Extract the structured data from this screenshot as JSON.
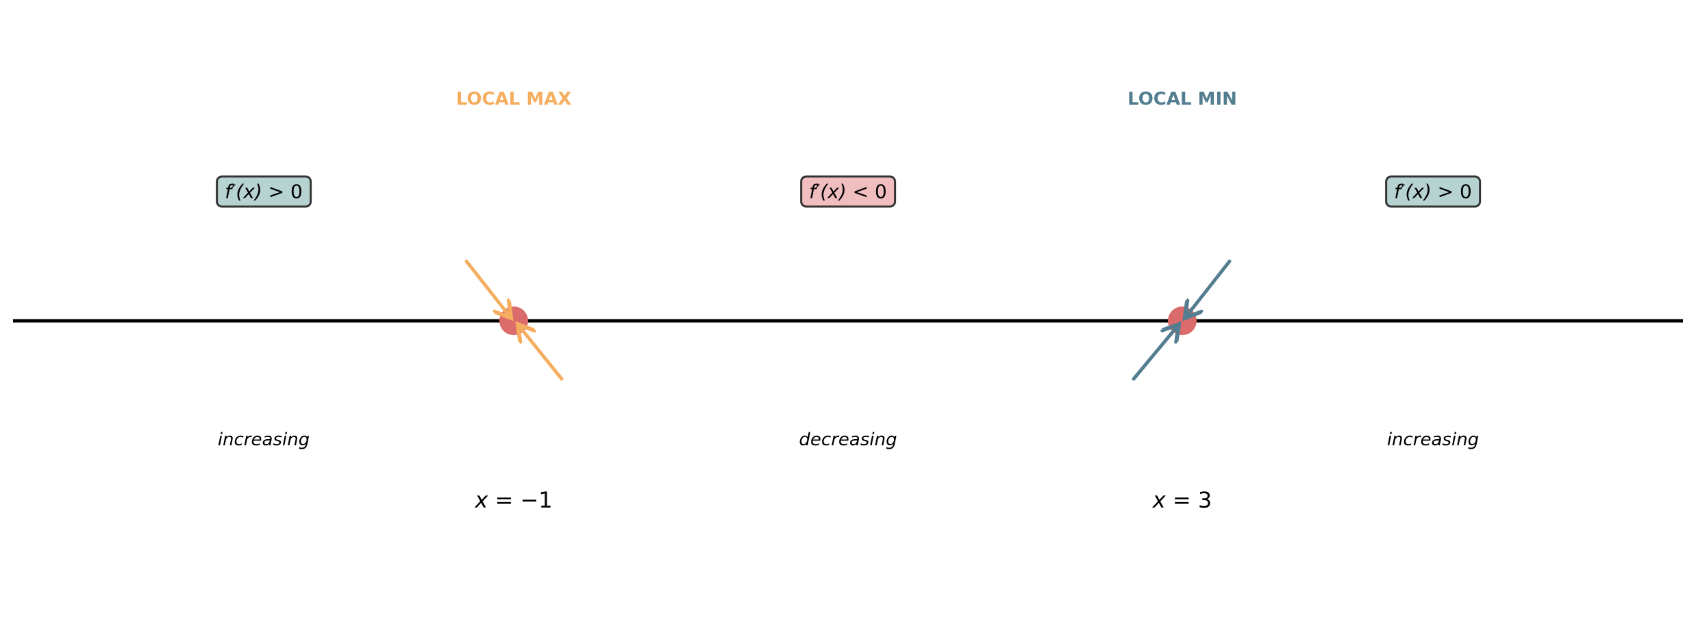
{
  "critical_points": [
    {
      "title": "LOCAL MAX",
      "label_var": "x",
      "label_rest": " = −1",
      "color": "#F5AE60"
    },
    {
      "title": "LOCAL MIN",
      "label_var": "x",
      "label_rest": " = 3",
      "color": "#537E90"
    }
  ],
  "intervals": [
    {
      "derivative_fn": "f′(x)",
      "derivative_rel": " > 0",
      "trend": "increasing",
      "color": "#B7D3D1"
    },
    {
      "derivative_fn": "f′(x)",
      "derivative_rel": " < 0",
      "trend": "decreasing",
      "color": "#F0BEBF"
    },
    {
      "derivative_fn": "f′(x)",
      "derivative_rel": " > 0",
      "trend": "increasing",
      "color": "#B7D3D1"
    }
  ],
  "point_color": "#DC6B6B"
}
